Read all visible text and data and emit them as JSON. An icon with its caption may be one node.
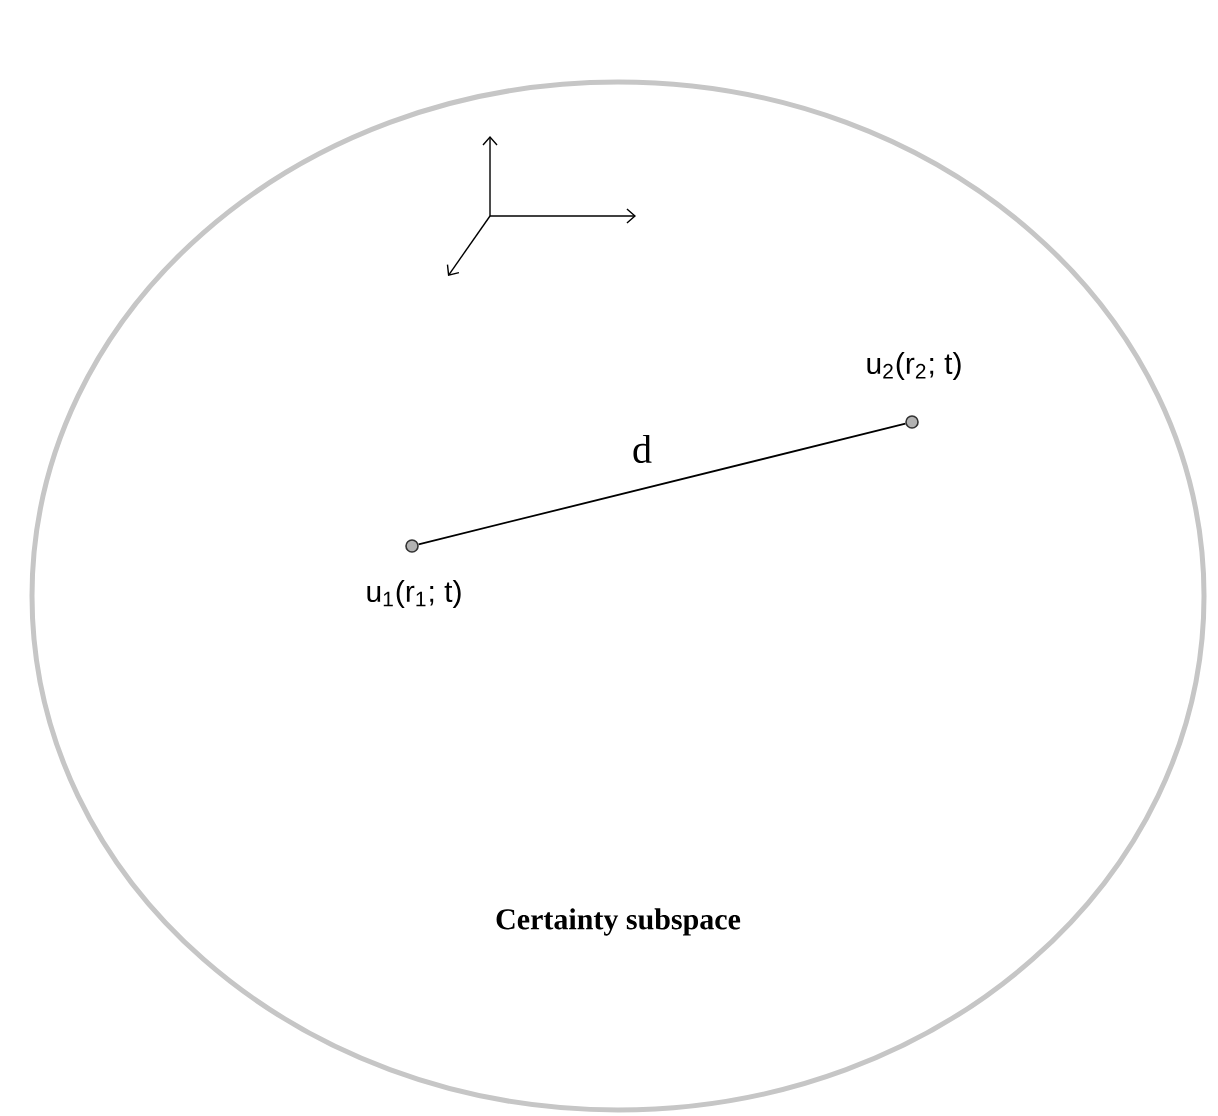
{
  "diagram": {
    "nodes": [
      {
        "text": [
          "Certainty subspace"
        ]
      },
      {
        "text": [],
        "shape": "circle",
        "in": 0,
        "beside": [
          "u$_{1}$(r$_{1}$; t)"
        ]
      },
      {
        "text": [],
        "shape": "circle",
        "in": 0,
        "beside": [
          "u$_{2}$(r$_{2}$; t)"
        ]
      }
    ],
    "edges": [
      {
        "from": 1,
        "to": 2,
        "arrow": "none",
        "label": "d"
      }
    ]
  }
}
